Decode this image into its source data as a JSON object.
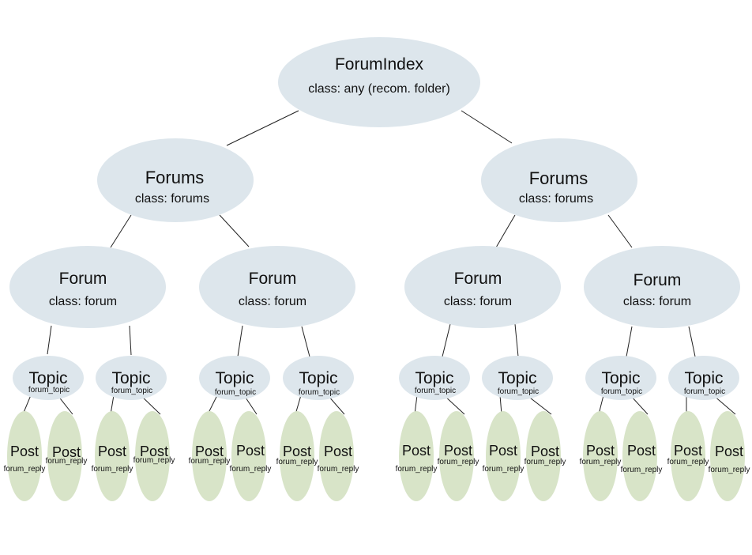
{
  "root": {
    "title": "ForumIndex",
    "subtitle": "class: any (recom. folder)"
  },
  "forums_label": "Forums",
  "forums_class": "class: forums",
  "forum_label": "Forum",
  "forum_class": "class: forum",
  "topic_label": "Topic",
  "topic_class": "forum_topic",
  "post_label": "Post",
  "post_class": "forum_reply",
  "colors": {
    "container": "#dde6ec",
    "post": "#d8e4c8"
  }
}
